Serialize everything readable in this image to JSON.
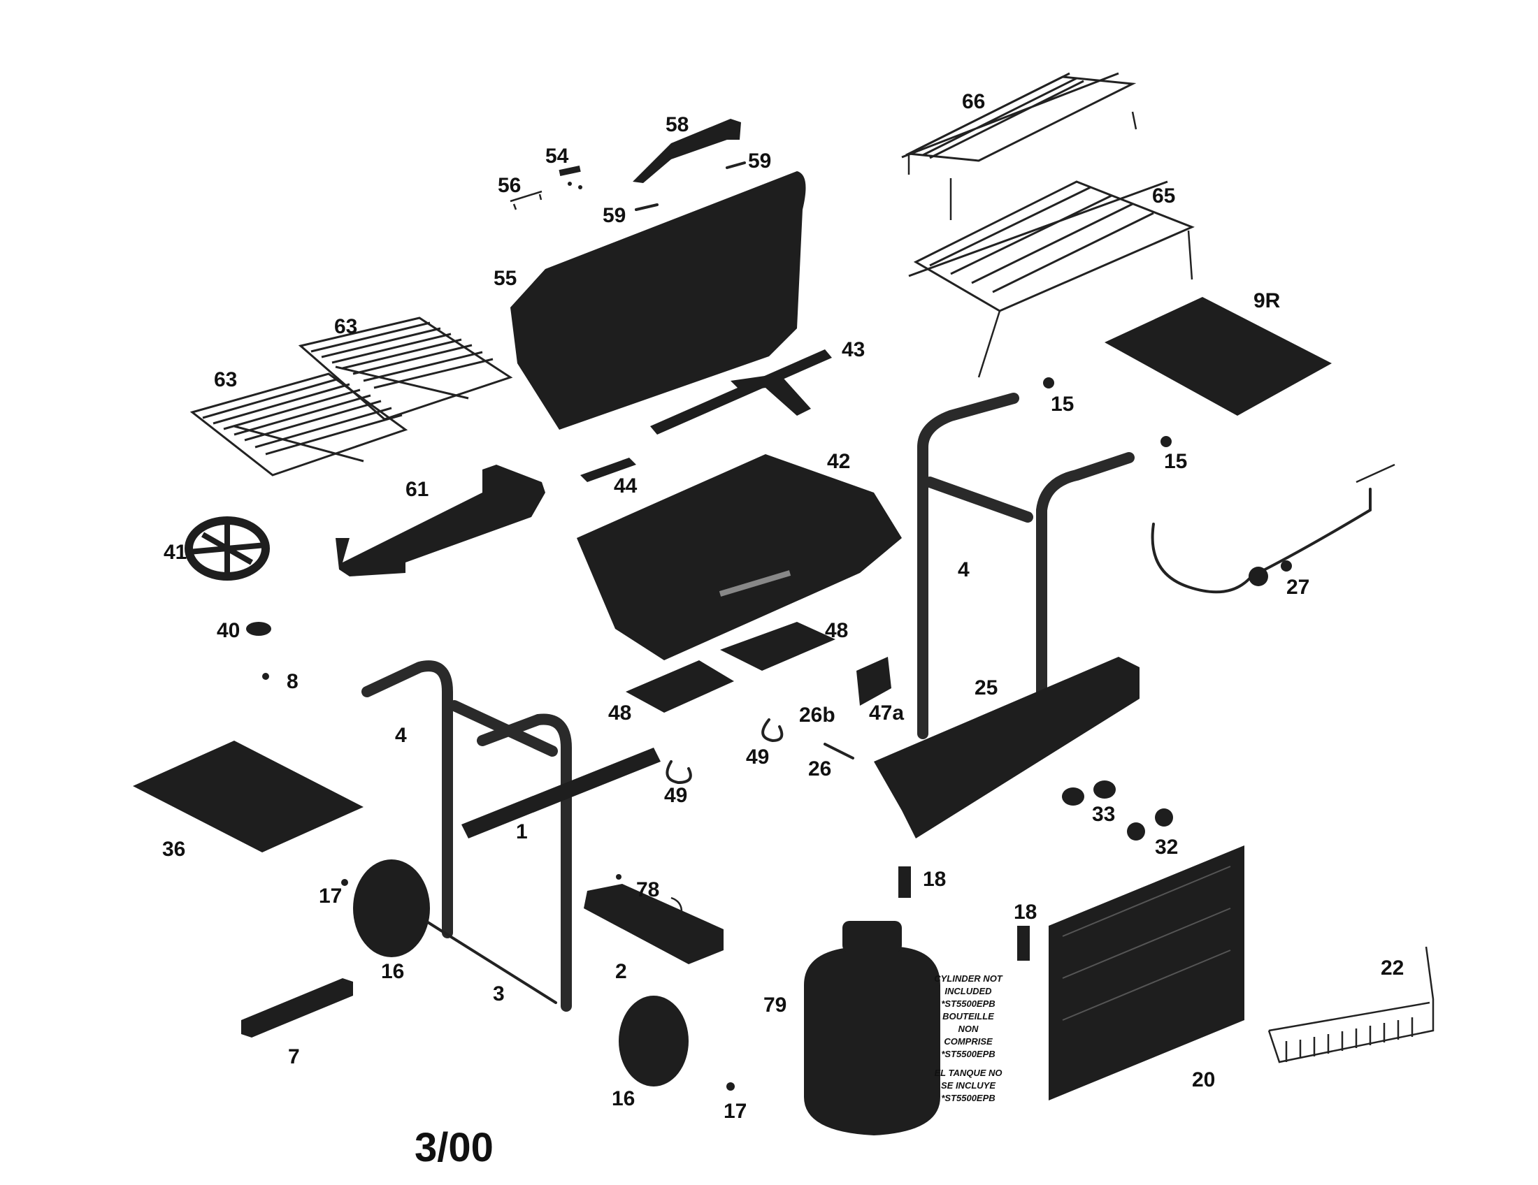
{
  "date_code": "3/00",
  "cylinder_note": [
    "CYLINDER NOT",
    "INCLUDED",
    "*ST5500EPB",
    "BOUTEILLE",
    "NON",
    "COMPRISE",
    "*ST5500EPB",
    "EL TANQUE NO",
    "SE INCLUYE",
    "*ST5500EPB"
  ],
  "part_labels": {
    "p1": "1",
    "p2": "2",
    "p3": "3",
    "p4a": "4",
    "p4b": "4",
    "p7": "7",
    "p8": "8",
    "p9r": "9R",
    "p15a": "15",
    "p15b": "15",
    "p16a": "16",
    "p16b": "16",
    "p17a": "17",
    "p17b": "17",
    "p18a": "18",
    "p18b": "18",
    "p20": "20",
    "p22": "22",
    "p25": "25",
    "p26": "26",
    "p26b": "26b",
    "p27": "27",
    "p32": "32",
    "p33": "33",
    "p36": "36",
    "p40": "40",
    "p41": "41",
    "p42": "42",
    "p43": "43",
    "p44": "44",
    "p47a": "47a",
    "p48a": "48",
    "p48b": "48",
    "p49a": "49",
    "p49b": "49",
    "p54": "54",
    "p55": "55",
    "p56": "56",
    "p58": "58",
    "p59a": "59",
    "p59b": "59",
    "p61": "61",
    "p63a": "63",
    "p63b": "63",
    "p65": "65",
    "p66": "66",
    "p78": "78",
    "p79": "79"
  }
}
